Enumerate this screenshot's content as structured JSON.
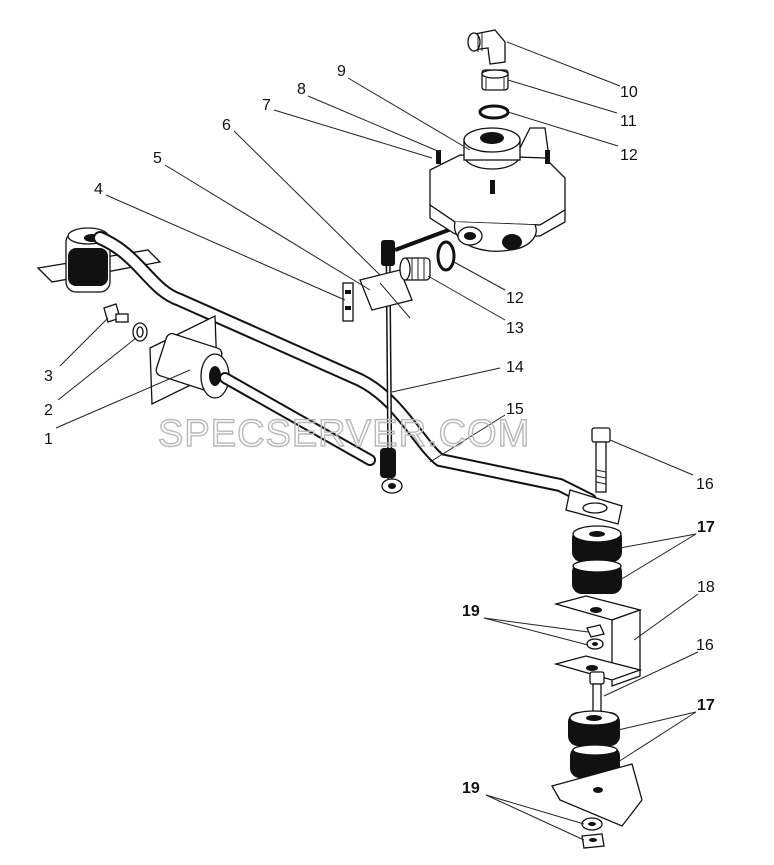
{
  "watermark": "SPECSERVER.COM",
  "callouts": [
    {
      "id": "c1",
      "text": "1"
    },
    {
      "id": "c2",
      "text": "2"
    },
    {
      "id": "c3",
      "text": "3"
    },
    {
      "id": "c4",
      "text": "4"
    },
    {
      "id": "c5",
      "text": "5"
    },
    {
      "id": "c6",
      "text": "6"
    },
    {
      "id": "c7",
      "text": "7"
    },
    {
      "id": "c8",
      "text": "8"
    },
    {
      "id": "c9",
      "text": "9"
    },
    {
      "id": "c10",
      "text": "10"
    },
    {
      "id": "c11",
      "text": "11"
    },
    {
      "id": "c12a",
      "text": "12"
    },
    {
      "id": "c12b",
      "text": "12"
    },
    {
      "id": "c13",
      "text": "13"
    },
    {
      "id": "c14",
      "text": "14"
    },
    {
      "id": "c15",
      "text": "15"
    },
    {
      "id": "c16a",
      "text": "16"
    },
    {
      "id": "c16b",
      "text": "16"
    },
    {
      "id": "c17a",
      "text": "17"
    },
    {
      "id": "c17b",
      "text": "17"
    },
    {
      "id": "c18",
      "text": "18"
    },
    {
      "id": "c19a",
      "text": "19"
    },
    {
      "id": "c19b",
      "text": "19"
    }
  ]
}
